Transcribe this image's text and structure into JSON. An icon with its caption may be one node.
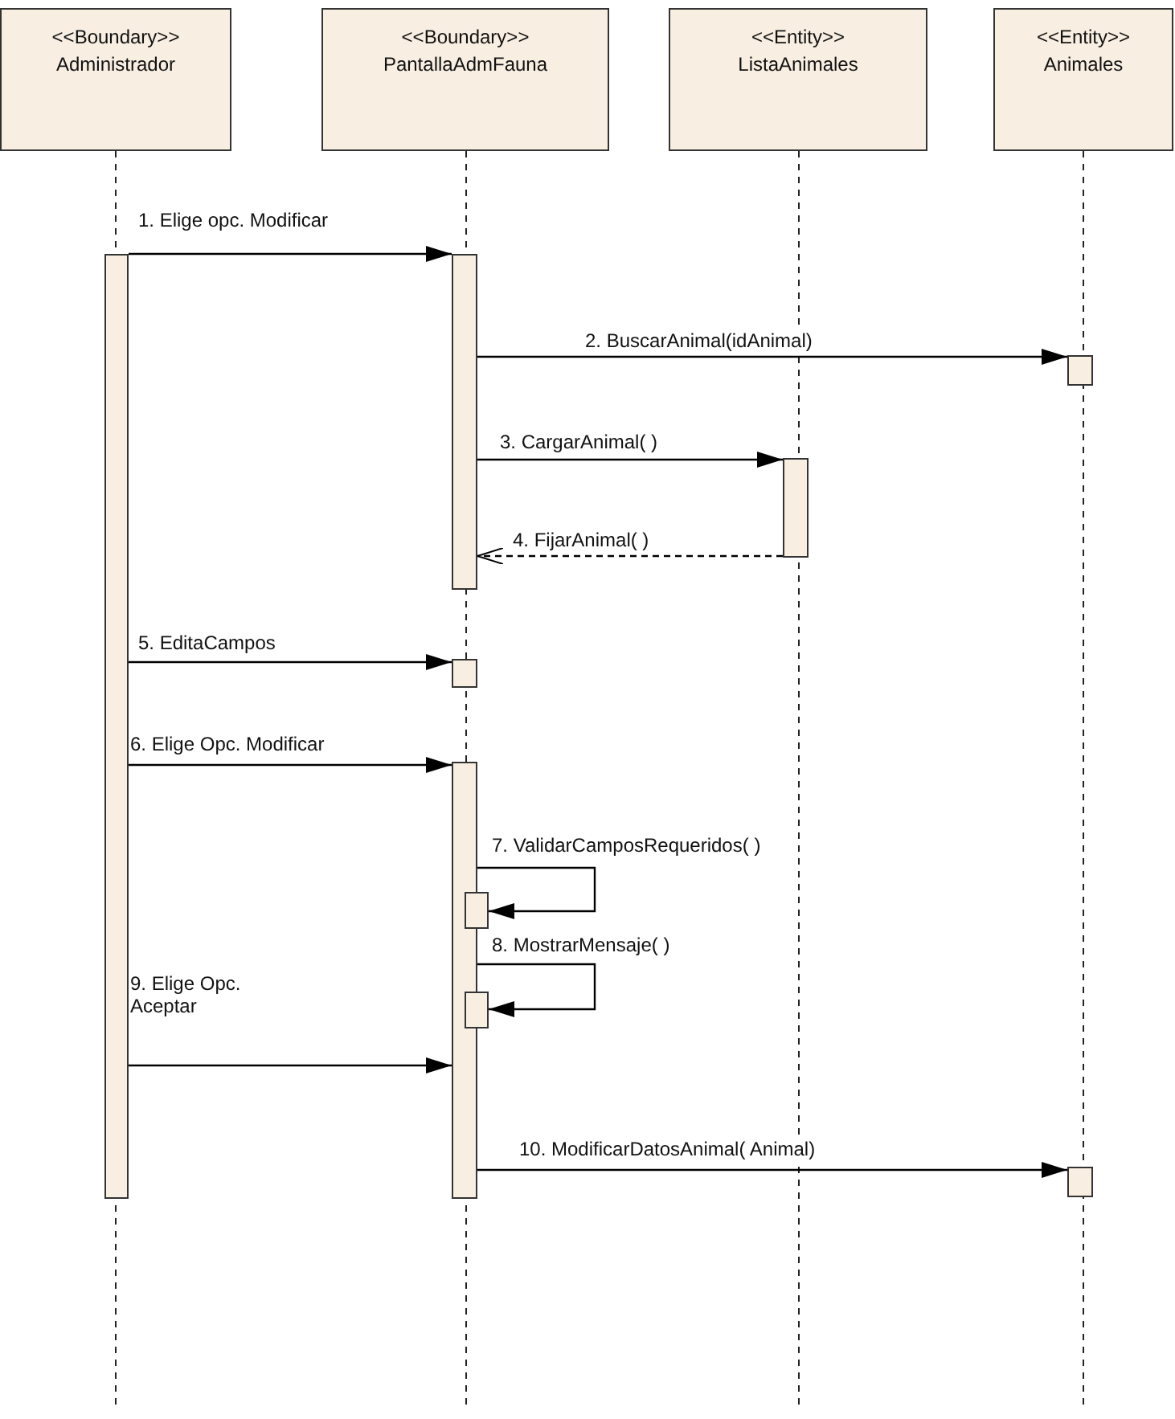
{
  "diagram": {
    "nodes": [
      {
        "text": [
          "<<Boundary>>",
          "Administrador"
        ]
      },
      {
        "text": [
          "<<Boundary>>",
          "PantallaAdmFauna"
        ]
      },
      {
        "text": [
          "<<Entity>>",
          "ListaAnimales"
        ]
      },
      {
        "text": [
          "<<Entity>>",
          "Animales"
        ]
      },
      {
        "text": [],
        "shape": "bar"
      },
      {
        "text": [],
        "shape": "bar"
      },
      {
        "text": [],
        "shape": "bar"
      },
      {
        "text": [],
        "shape": "bar"
      },
      {
        "text": [],
        "shape": "bar"
      },
      {
        "text": [],
        "shape": "bar"
      },
      {
        "text": [],
        "shape": "bar"
      },
      {
        "text": [],
        "shape": "bar"
      },
      {
        "text": [],
        "shape": "bar"
      }
    ],
    "edges": [
      {
        "from": 4,
        "to": 5,
        "arrow": "to",
        "label": "1. Elige opc. Modificar"
      },
      {
        "from": 5,
        "to": 6,
        "arrow": "to",
        "label": "2. BuscarAnimal(idAnimal)"
      },
      {
        "from": 5,
        "to": 7,
        "arrow": "to",
        "label": "3. CargarAnimal( )"
      },
      {
        "from": 7,
        "to": 5,
        "arrow": "to",
        "label": "4. FijarAnimal( )",
        "style": "dashed"
      },
      {
        "from": 4,
        "to": 8,
        "arrow": "to",
        "label": "5. EditaCampos"
      },
      {
        "from": 4,
        "to": 9,
        "arrow": "to",
        "label": "6. Elige Opc. Modificar"
      },
      {
        "from": 9,
        "to": 10,
        "arrow": "to",
        "label": "7. ValidarCamposRequeridos( )"
      },
      {
        "from": 9,
        "to": 11,
        "arrow": "to",
        "label": "8. MostrarMensaje( )"
      },
      {
        "from": 4,
        "to": 9,
        "arrow": "to",
        "label": "9. Elige Opc. Aceptar"
      },
      {
        "from": 9,
        "to": 12,
        "arrow": "to",
        "label": "10. ModificarDatosAnimal( Animal)"
      }
    ]
  }
}
